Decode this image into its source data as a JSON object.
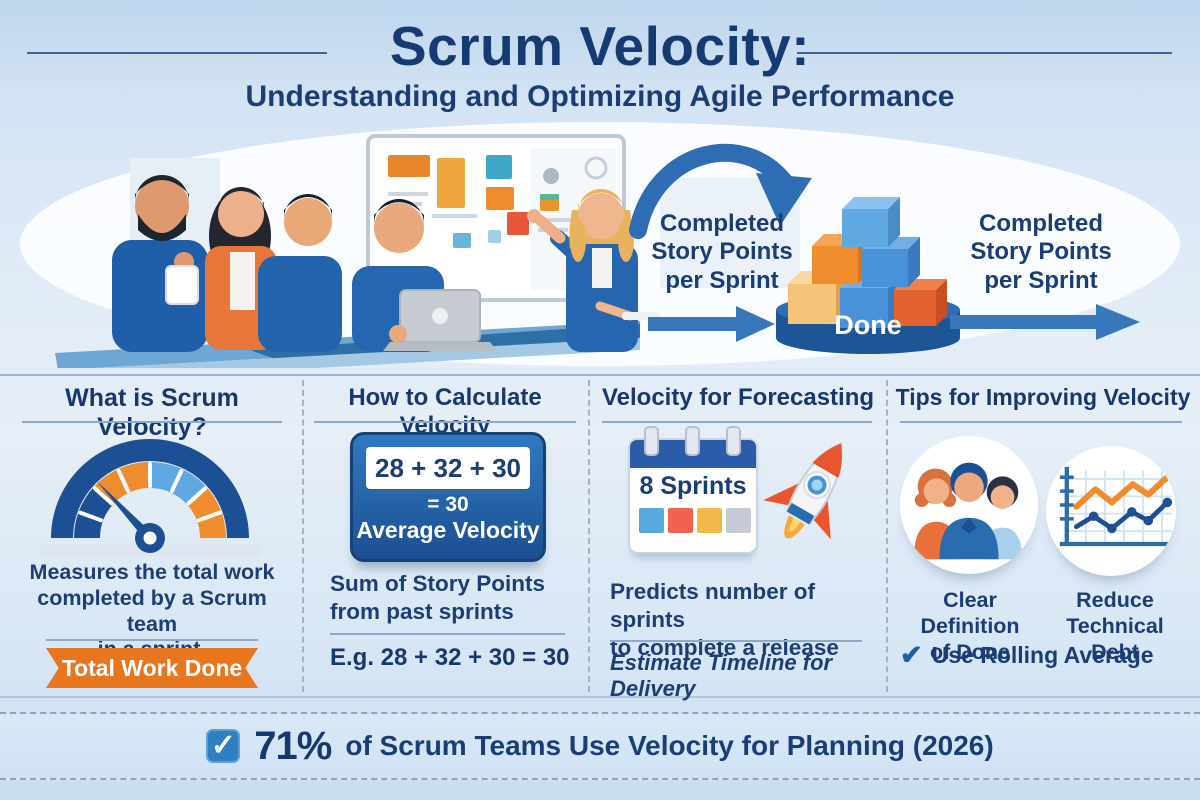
{
  "header": {
    "title": "Scrum Velocity:",
    "subtitle": "Understanding and Optimizing Agile Performance"
  },
  "hero": {
    "caption_left": "Completed\nStory Points\nper Sprint",
    "caption_right": "Completed\nStory Points\nper Sprint",
    "done_label": "Done"
  },
  "columns": {
    "what": {
      "heading": "What is Scrum Velocity?",
      "body": "Measures the total work\ncompleted by a Scrum team\nin a sprint.",
      "badge": "Total Work Done"
    },
    "calculate": {
      "heading": "How to Calculate Velocity",
      "card_sum": "28 + 32 + 30",
      "card_result": "= 30",
      "card_label": "Average Velocity",
      "body": "Sum of Story Points\nfrom past sprints",
      "example": "E.g. 28 + 32 + 30 = 30"
    },
    "forecast": {
      "heading": "Velocity for Forecasting",
      "calendar_label": "8 Sprints",
      "body": "Predicts number of sprints\nto complete a release",
      "note": "Estimate Timeline for Delivery"
    },
    "tips": {
      "heading": "Tips for Improving Velocity",
      "tip1": "Clear Definition\nof Done",
      "tip2": "Reduce\nTechnical Debt",
      "tip3": "Use Rolling Average"
    }
  },
  "footer": {
    "stat": "71%",
    "text": "of Scrum Teams Use Velocity for Planning (2026)",
    "checkmark": "✓"
  },
  "colors": {
    "navy": "#17386e",
    "blue": "#2e6db4",
    "orange": "#e8761f",
    "light_blue": "#5aace0"
  }
}
